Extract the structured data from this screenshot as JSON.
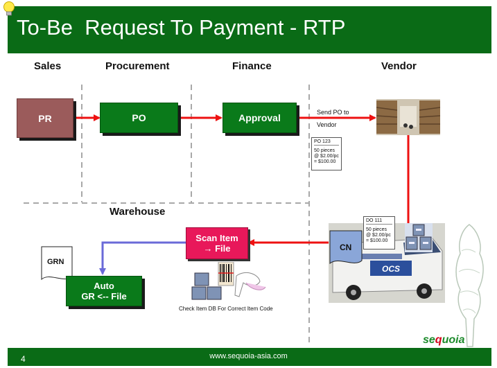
{
  "title": "To-Be  Request To Payment - RTP",
  "lanes": {
    "sales": "Sales",
    "procurement": "Procurement",
    "finance": "Finance",
    "vendor": "Vendor",
    "warehouse": "Warehouse"
  },
  "nodes": {
    "pr": "PR",
    "po": "PO",
    "approval": "Approval",
    "scan_line1": "Scan Item",
    "scan_line2": "→ File",
    "auto_line1": "Auto",
    "auto_line2": "GR <-- File",
    "grn": "GRN",
    "cn": "CN"
  },
  "labels": {
    "send_po_line1": "Send PO to",
    "send_po_line2": "Vendor",
    "check_item": "Check Item DB For Correct Item Code"
  },
  "documents": {
    "po": {
      "ref": "PO 123",
      "line1": "50 pieces",
      "line2": "@  $2.00/pc",
      "line3": "= $100.00"
    },
    "do": {
      "ref": "DO 111",
      "line1": "50 pieces",
      "line2": "@  $2.00/pc",
      "line3": "= $100.00"
    }
  },
  "van_text": "OCS",
  "footer": {
    "page": "4",
    "url": "www.sequoia-asia.com",
    "logo_pre": "se",
    "logo_q": "q",
    "logo_post": "uoia"
  },
  "colors": {
    "title_bar": "#0a6b16",
    "pr_box": "#9b5b5b",
    "process_box": "#0a7a1a",
    "scan_box": "#e8185a",
    "flow_arrow": "#ee1111",
    "auto_arrow": "#6a6ad8",
    "cn_fill": "#8aa6d8"
  }
}
